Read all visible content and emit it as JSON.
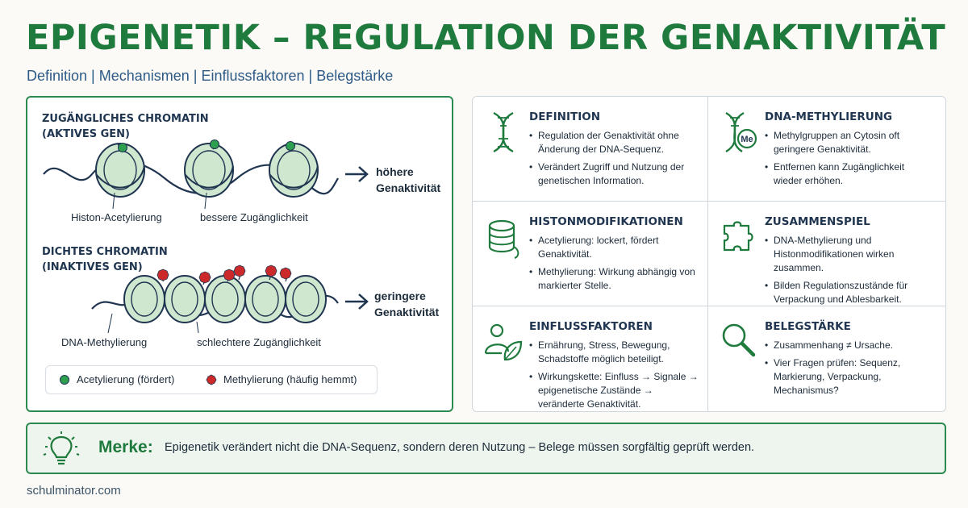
{
  "header": {
    "title": "EPIGENETIK – REGULATION DER GENAKTIVITÄT",
    "subtitle": "Definition  |  Mechanismen  |  Einflussfaktoren  |  Belegstärke"
  },
  "left_panel": {
    "active": {
      "heading_line1": "ZUGÄNGLICHES CHROMATIN",
      "heading_line2": "(AKTIVES GEN)",
      "caption_left": "Histon-Acetylierung",
      "caption_right": "bessere Zugänglichkeit",
      "result_line1": "höhere",
      "result_line2": "Genaktivität"
    },
    "inactive": {
      "heading_line1": "DICHTES CHROMATIN",
      "heading_line2": "(INAKTIVES GEN)",
      "caption_left": "DNA-Methylierung",
      "caption_right": "schlechtere Zugänglichkeit",
      "result_line1": "geringere",
      "result_line2": "Genaktivität"
    },
    "legend": {
      "acetyl": "Acetylierung (fördert)",
      "methyl": "Methylierung (häufig hemmt)"
    }
  },
  "cards": {
    "definition": {
      "title": "DEFINITION",
      "bullets": [
        "Regulation der Genaktivität ohne Änderung der DNA-Sequenz.",
        "Verändert Zugriff und Nutzung der genetischen Information."
      ]
    },
    "dna_methylation": {
      "title": "DNA-METHYLIERUNG",
      "icon_badge": "Me",
      "bullets": [
        "Methylgruppen an Cytosin oft geringere Genaktivität.",
        "Entfernen kann Zugänglichkeit wieder erhöhen."
      ]
    },
    "histone": {
      "title": "HISTONMODIFIKATIONEN",
      "bullets": [
        "Acetylierung: lockert, fördert Genaktivität.",
        "Methylierung: Wirkung abhängig von markierter Stelle."
      ]
    },
    "interplay": {
      "title": "ZUSAMMENSPIEL",
      "bullets": [
        "DNA-Methylierung und Histonmodifikationen wirken zusammen.",
        "Bilden Regulationszustände für Verpackung und Ablesbarkeit."
      ]
    },
    "factors": {
      "title": "EINFLUSSFAKTOREN",
      "bullets": [
        "Ernährung, Stress, Bewegung, Schadstoffe möglich beteiligt.",
        "Wirkungskette: Einfluss → Signale → epigenetische Zustände → veränderte Genaktivität."
      ]
    },
    "evidence": {
      "title": "BELEGSTÄRKE",
      "bullets": [
        "Zusammenhang ≠ Ursache.",
        "Vier Fragen prüfen: Sequenz, Markierung, Verpackung, Mechanismus?"
      ]
    }
  },
  "merke": {
    "label": "Merke:",
    "text": "Epigenetik verändert nicht die DNA-Sequenz, sondern deren Nutzung – Belege müssen sorgfältig geprüft werden."
  },
  "footer": "schulminator.com",
  "colors": {
    "accent_green": "#1f7a3d",
    "navy": "#1f3550",
    "acetyl_mark": "#2e9e4f",
    "methyl_mark": "#cc2a2a",
    "nucleosome": "#cfe6cf"
  }
}
